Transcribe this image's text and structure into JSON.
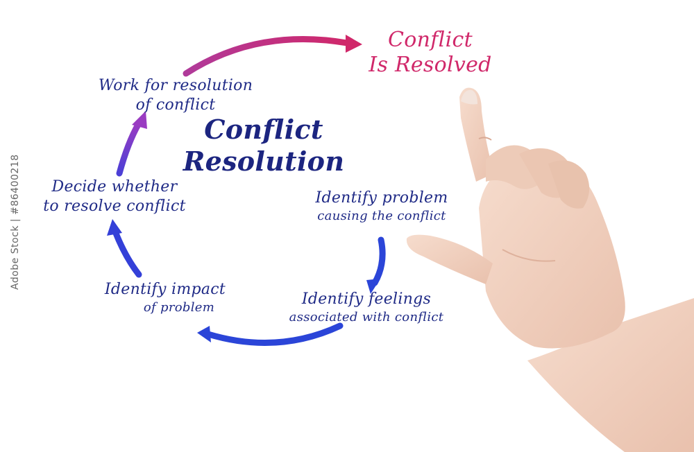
{
  "diagram": {
    "center_title_line1": "Conflict",
    "center_title_line2": "Resolution",
    "goal_line1": "Conflict",
    "goal_line2": "Is Resolved",
    "steps": [
      {
        "main": "Identify  problem",
        "sub": "causing the conflict"
      },
      {
        "main": "Identify feelings",
        "sub": "associated with conflict"
      },
      {
        "main": "Identify impact",
        "sub": "of problem"
      },
      {
        "main": "Decide whether",
        "sub": "to resolve conflict"
      },
      {
        "main": "Work for resolution",
        "sub": "of conflict"
      }
    ]
  },
  "stock_id": "Adobe Stock | #86400218",
  "colors": {
    "text_blue": "#1f2a86",
    "goal_pink": "#d0286a",
    "arrow_blue": "#2b45d8",
    "arrow_purple": "#7a3fc8",
    "arrow_pink": "#d0286a"
  }
}
